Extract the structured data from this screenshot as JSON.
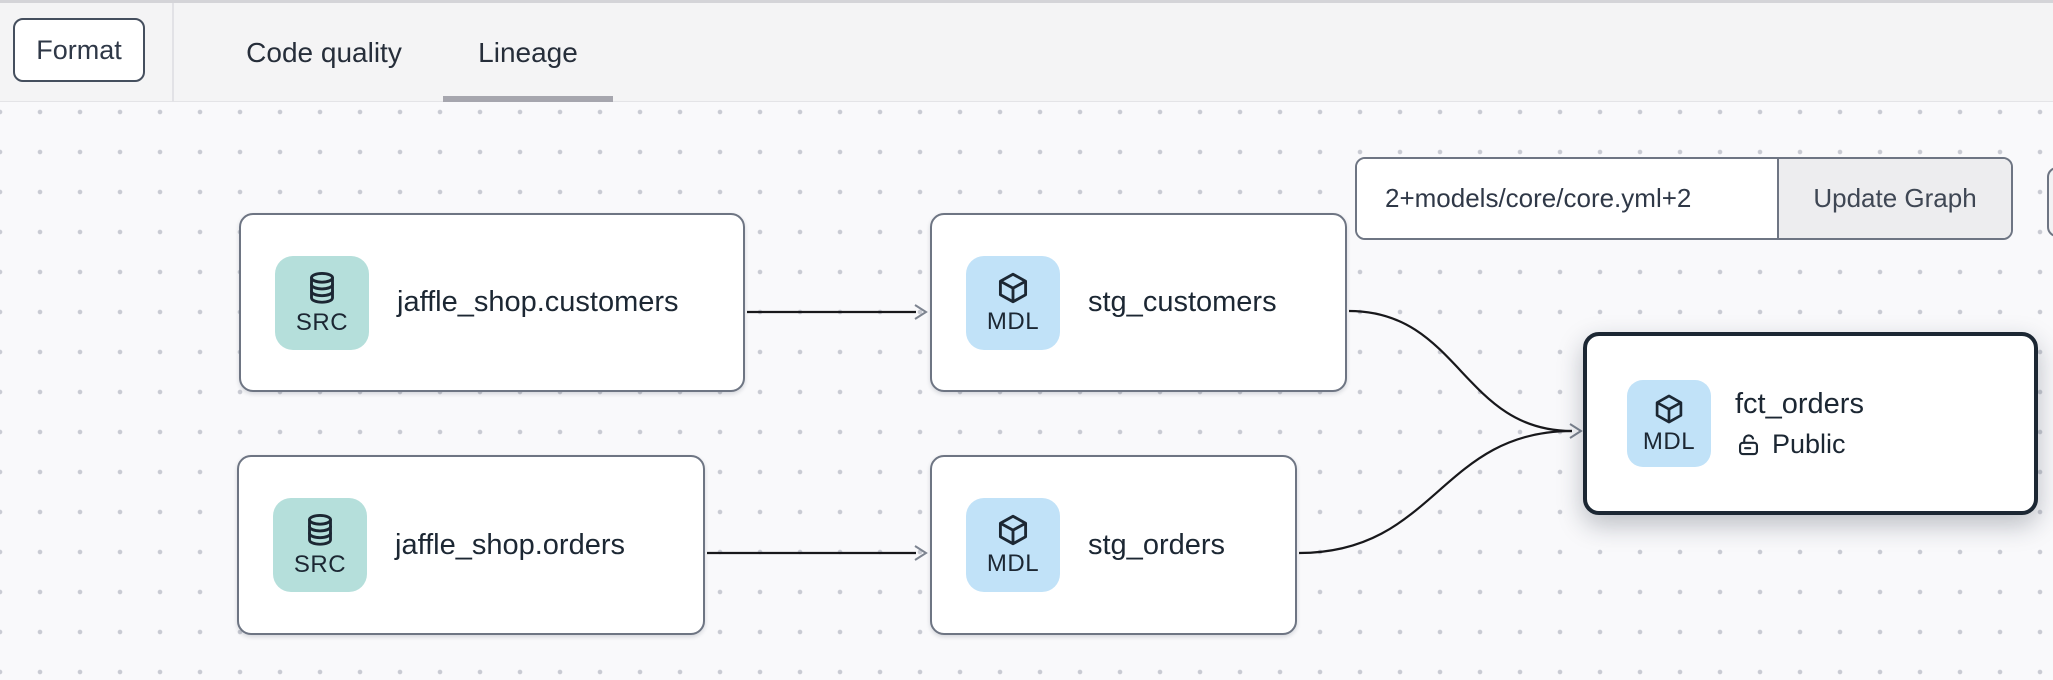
{
  "header": {
    "format_button_label": "Format",
    "tabs": [
      {
        "label": "Code quality",
        "active": false
      },
      {
        "label": "Lineage",
        "active": true
      }
    ]
  },
  "lineage_toolbar": {
    "selector_input_value": "2+models/core/core.yml+2",
    "update_graph_button_label": "Update Graph"
  },
  "graph": {
    "nodes": [
      {
        "label": "jaffle_shop.customers",
        "type_label": "SRC",
        "icon": "database-icon",
        "kind": "source"
      },
      {
        "label": "stg_customers",
        "type_label": "MDL",
        "icon": "cube-icon",
        "kind": "model"
      },
      {
        "label": "jaffle_shop.orders",
        "type_label": "SRC",
        "icon": "database-icon",
        "kind": "source"
      },
      {
        "label": "stg_orders",
        "type_label": "MDL",
        "icon": "cube-icon",
        "kind": "model"
      },
      {
        "label": "fct_orders",
        "type_label": "MDL",
        "icon": "cube-icon",
        "kind": "model",
        "access_label": "Public",
        "selected": true
      }
    ],
    "edges": [
      {
        "from": "jaffle_shop.customers",
        "to": "stg_customers"
      },
      {
        "from": "jaffle_shop.orders",
        "to": "stg_orders"
      },
      {
        "from": "stg_customers",
        "to": "fct_orders"
      },
      {
        "from": "stg_orders",
        "to": "fct_orders"
      }
    ]
  },
  "colors": {
    "header_bg": "#f4f4f5",
    "canvas_bg": "#f9f9fb",
    "source_badge_bg": "#b5dfdb",
    "model_badge_bg": "#c1e2f8",
    "node_border": "#6e7583",
    "selected_node_border": "#1c2733",
    "edge_stroke": "#18181b",
    "tab_underline": "#a6a6ae",
    "text_primary": "#1c2733"
  }
}
